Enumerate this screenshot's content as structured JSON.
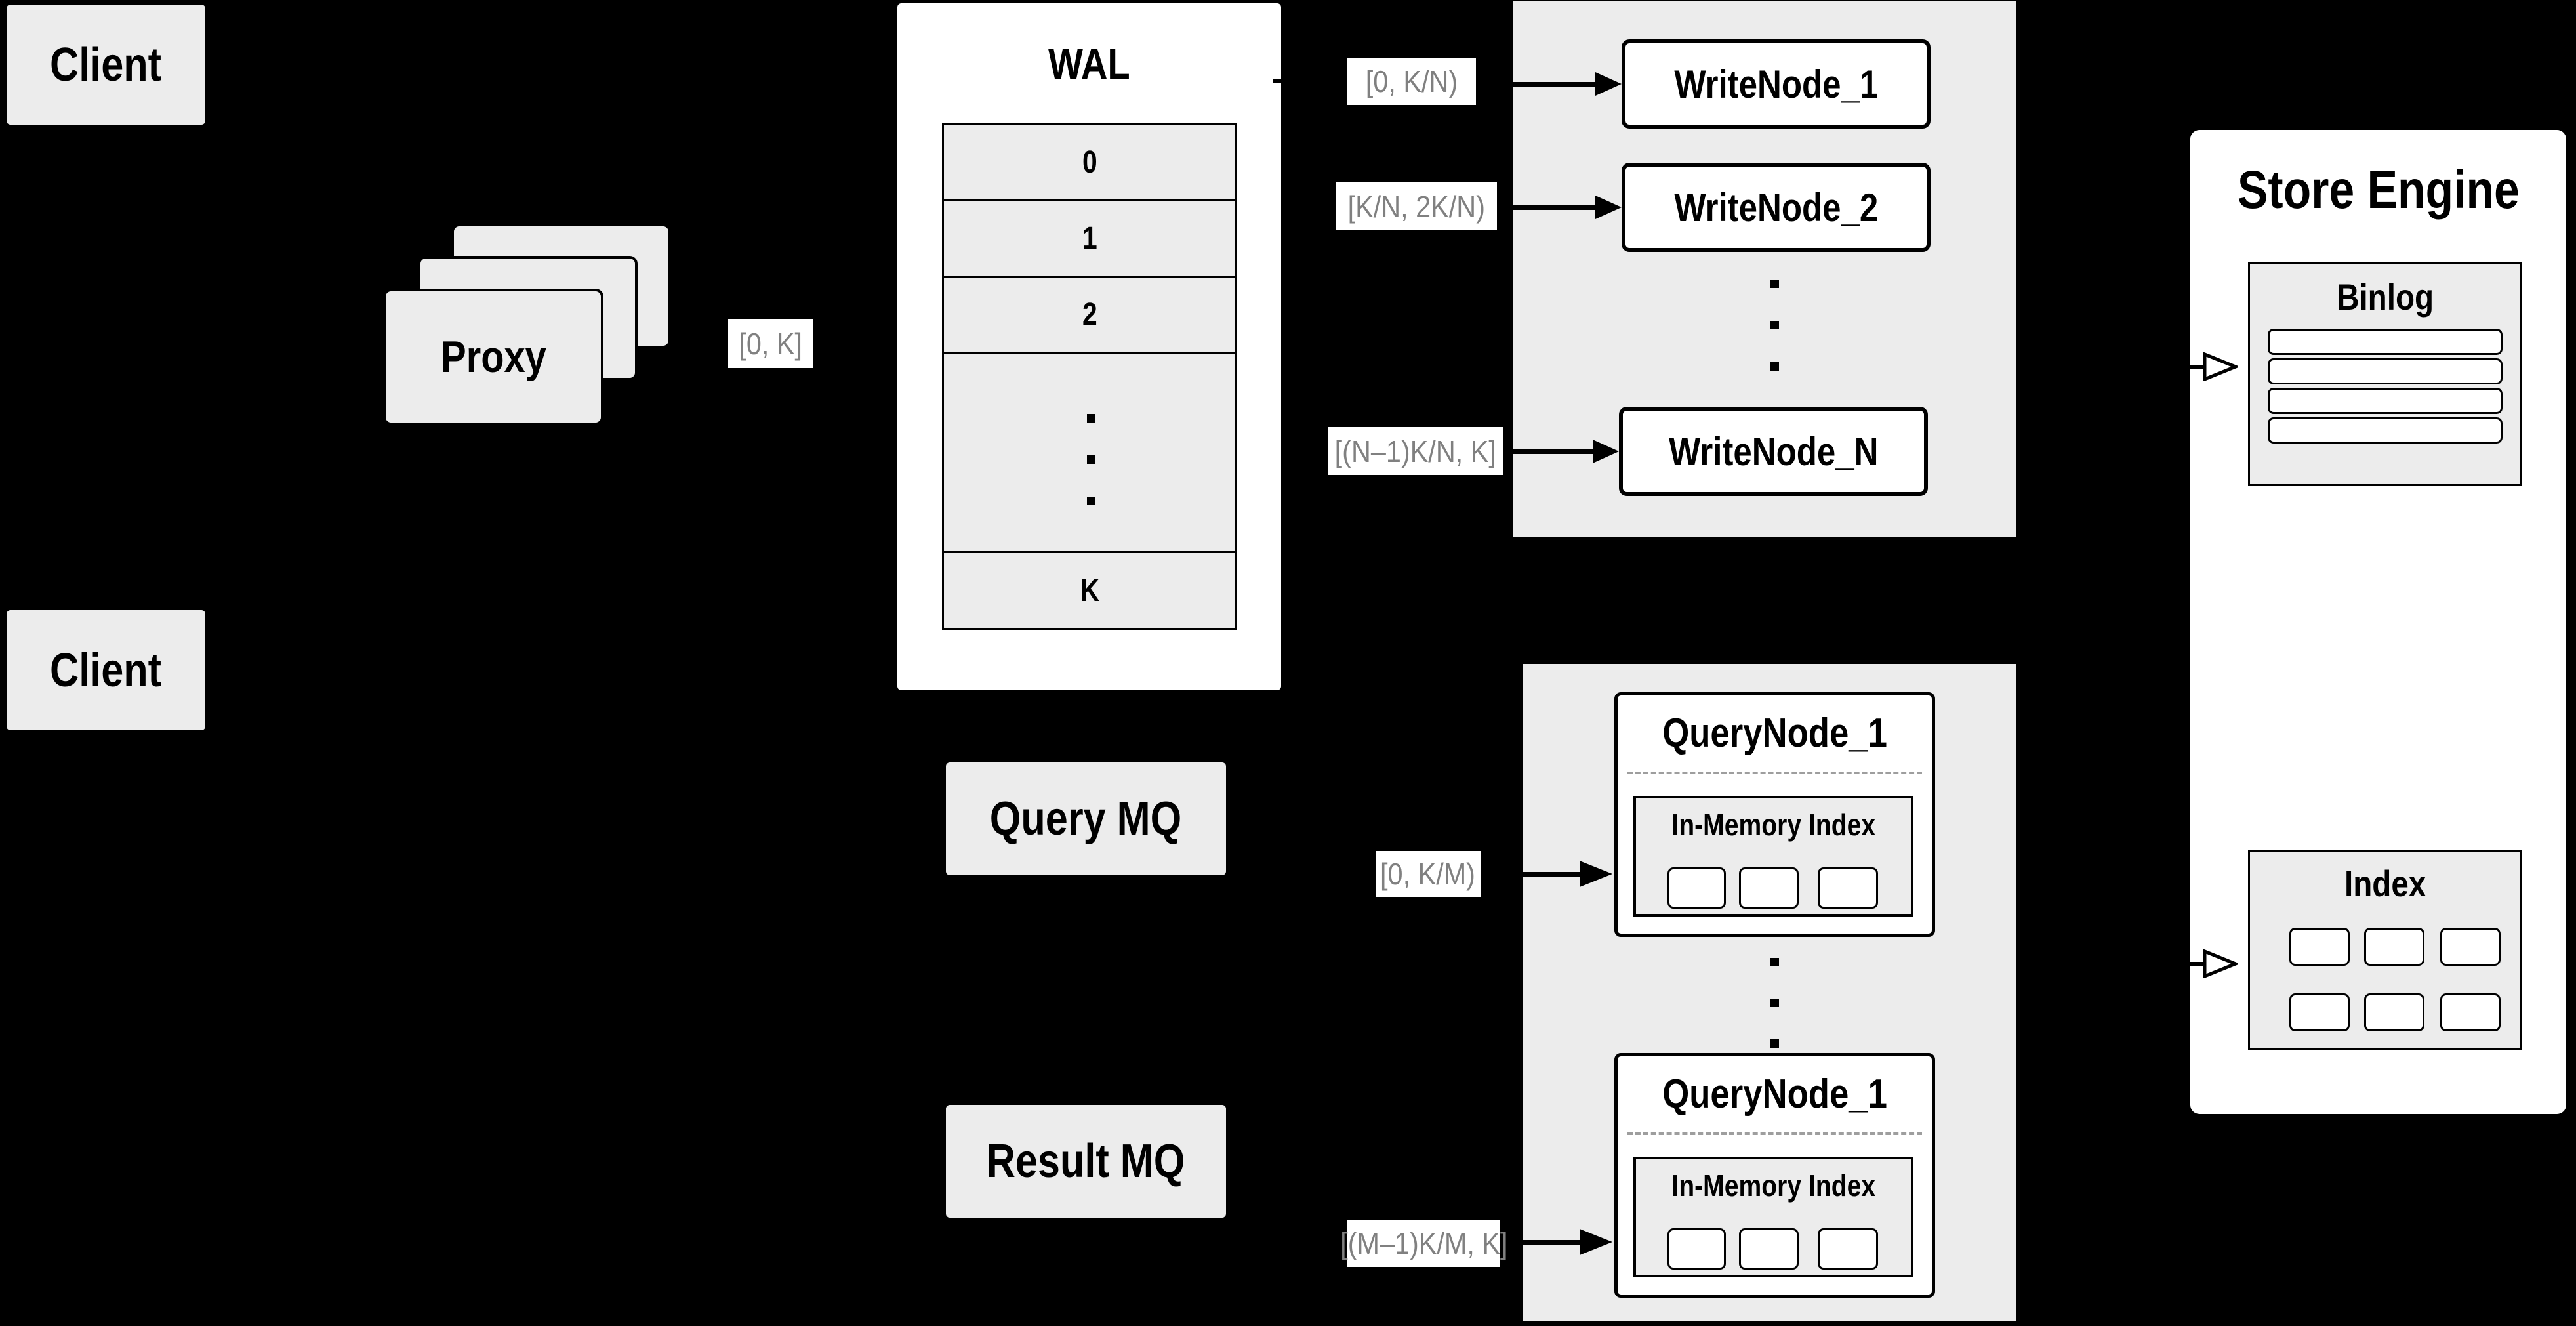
{
  "colors": {
    "background": "#000000",
    "panel_gray": "#ececec",
    "box_white": "#ffffff",
    "border_black": "#000000",
    "range_label_text": "#808080",
    "dashed_separator": "#9e9e9e"
  },
  "clients": {
    "top": "Client",
    "bottom": "Client"
  },
  "proxy": {
    "label": "Proxy"
  },
  "wal": {
    "title": "WAL",
    "rows": [
      "0",
      "1",
      "2"
    ],
    "last_row": "K"
  },
  "flow_labels": {
    "proxy_out": "[0, K]",
    "write_1": "[0, K/N)",
    "write_2": "[K/N, 2K/N)",
    "write_n": "[(N–1)K/N, K]",
    "query_1": "[0, K/M)",
    "query_m": "[(M–1)K/M, K]"
  },
  "write_nodes": [
    "WriteNode_1",
    "WriteNode_2",
    "WriteNode_N"
  ],
  "query_panel": {
    "nodes": [
      {
        "title": "QueryNode_1",
        "index_title": "In-Memory Index"
      },
      {
        "title": "QueryNode_1",
        "index_title": "In-Memory Index"
      }
    ]
  },
  "mq": {
    "query": "Query MQ",
    "result": "Result MQ"
  },
  "store_engine": {
    "title": "Store Engine",
    "binlog_title": "Binlog",
    "index_title": "Index"
  }
}
